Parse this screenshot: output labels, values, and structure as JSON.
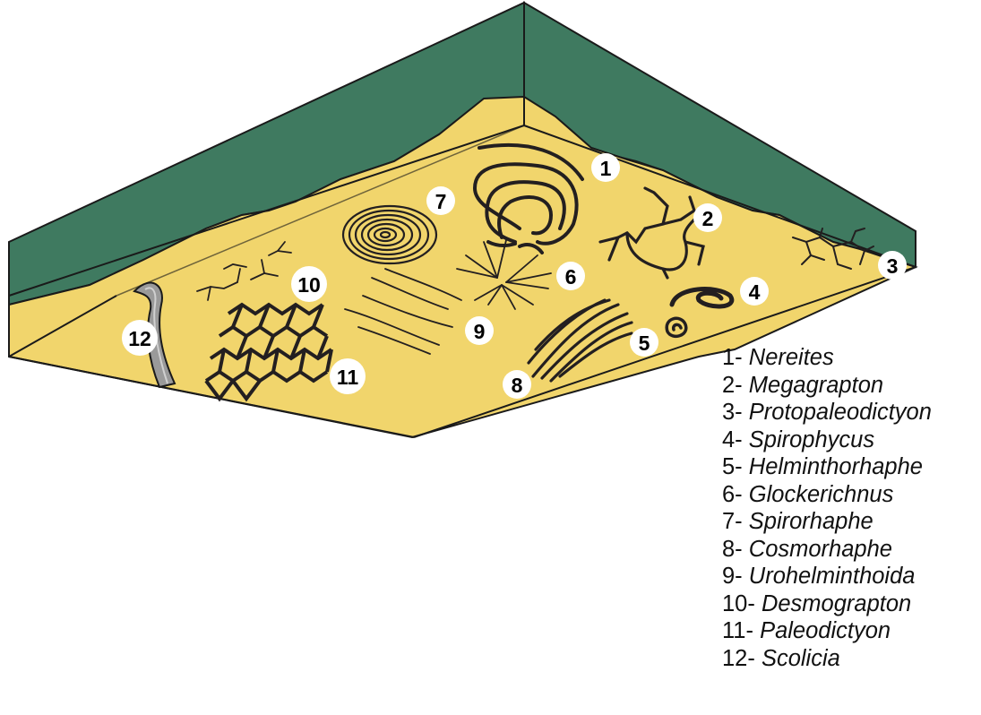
{
  "colors": {
    "sediment": "#f1d56c",
    "sediment_shadow": "#e9c95c",
    "wall": "#3f7a60",
    "outline": "#1a1a1a",
    "trace": "#231f20",
    "scolicia_fill": "#9a9a9a"
  },
  "markers": [
    {
      "num": "1"
    },
    {
      "num": "2"
    },
    {
      "num": "3"
    },
    {
      "num": "4"
    },
    {
      "num": "5"
    },
    {
      "num": "6"
    },
    {
      "num": "7"
    },
    {
      "num": "8"
    },
    {
      "num": "9"
    },
    {
      "num": "10"
    },
    {
      "num": "11"
    },
    {
      "num": "12"
    }
  ],
  "legend": [
    {
      "num": "1-",
      "genus": "Nereites"
    },
    {
      "num": "2-",
      "genus": "Megagrapton"
    },
    {
      "num": "3-",
      "genus": "Protopaleodictyon"
    },
    {
      "num": "4-",
      "genus": "Spirophycus"
    },
    {
      "num": "5-",
      "genus": "Helminthorhaphe"
    },
    {
      "num": "6-",
      "genus": "Glockerichnus"
    },
    {
      "num": "7-",
      "genus": "Spirorhaphe"
    },
    {
      "num": "8-",
      "genus": "Cosmorhaphe"
    },
    {
      "num": "9-",
      "genus": "Urohelminthoida"
    },
    {
      "num": "10-",
      "genus": "Desmograpton"
    },
    {
      "num": "11-",
      "genus": "Paleodictyon"
    },
    {
      "num": "12-",
      "genus": "Scolicia"
    }
  ]
}
